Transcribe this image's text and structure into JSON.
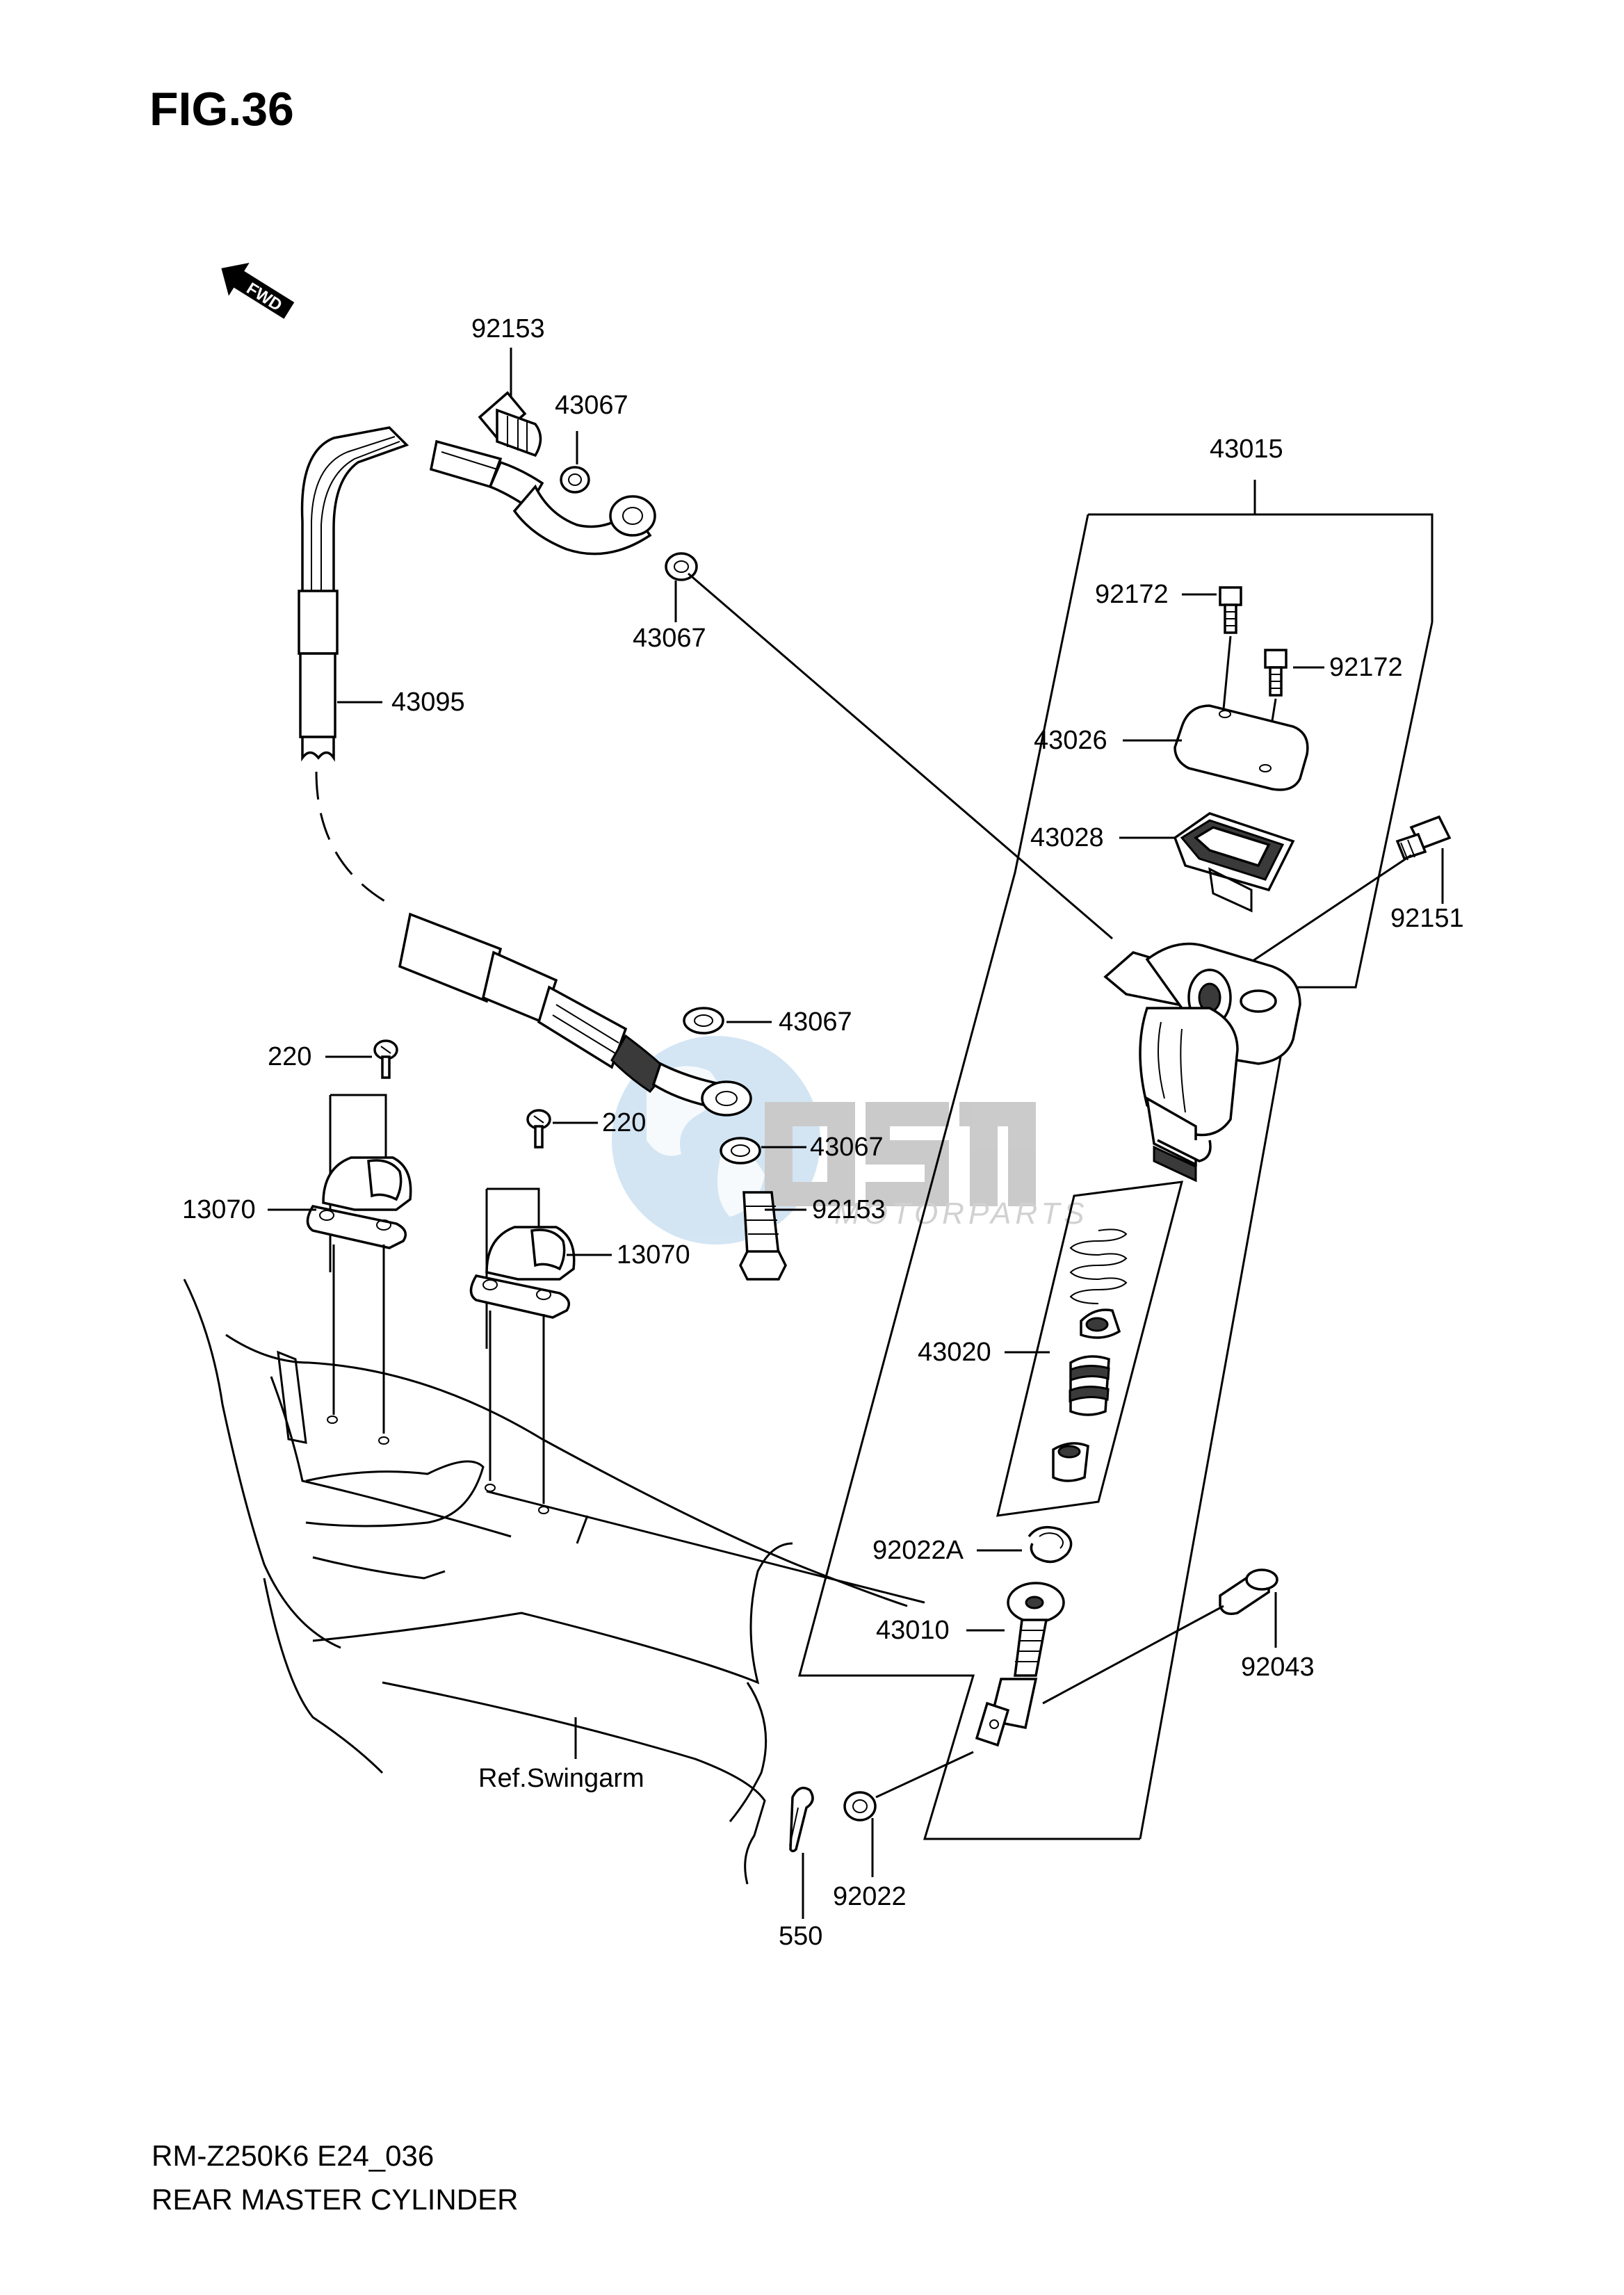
{
  "figure": {
    "title": "FIG.36",
    "model_code": "RM-Z250K6 E24_036",
    "section_name": "REAR MASTER CYLINDER"
  },
  "direction_marker": {
    "label": "FWD",
    "icon": "fwd-arrow-icon"
  },
  "watermark": {
    "brand": "OSM",
    "subtitle": "MOTORPARTS"
  },
  "reference": {
    "swingarm_label": "Ref.Swingarm"
  },
  "parts": {
    "p92153_top": "92153",
    "p43067_top": "43067",
    "p43067_mid": "43067",
    "p43095": "43095",
    "p43015": "43015",
    "p92172_a": "92172",
    "p92172_b": "92172",
    "p43026": "43026",
    "p43028": "43028",
    "p92151": "92151",
    "p43067_low1": "43067",
    "p43067_low2": "43067",
    "p92153_low": "92153",
    "p220_a": "220",
    "p220_b": "220",
    "p13070_a": "13070",
    "p13070_b": "13070",
    "p43020": "43020",
    "p92022A": "92022A",
    "p43010": "43010",
    "p92043": "92043",
    "p92022": "92022",
    "p550": "550"
  }
}
